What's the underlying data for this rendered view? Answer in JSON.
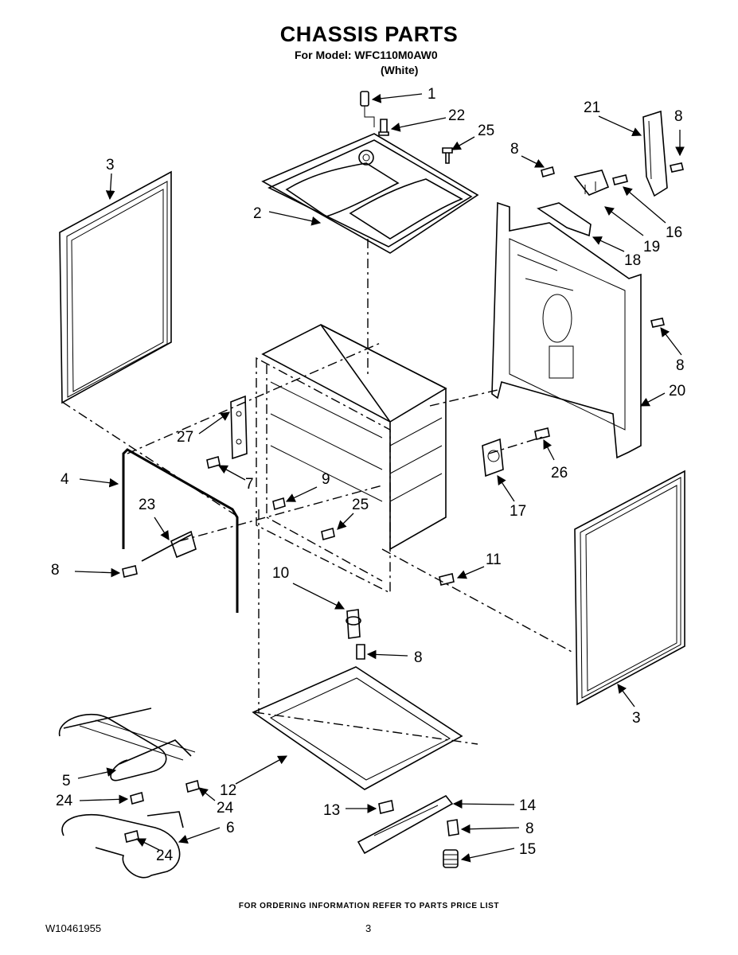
{
  "header": {
    "title": "CHASSIS PARTS",
    "model_line": "For Model: WFC110M0AW0",
    "color": "(White)"
  },
  "footer": {
    "note": "FOR ORDERING INFORMATION REFER TO PARTS PRICE LIST",
    "doc_number": "W10461955",
    "page_number": "3"
  },
  "callouts": {
    "c1": "1",
    "c22": "22",
    "c25a": "25",
    "c21": "21",
    "c8a": "8",
    "c8b": "8",
    "c3a": "3",
    "c2": "2",
    "c16": "16",
    "c19": "19",
    "c18": "18",
    "c8c": "8",
    "c20": "20",
    "c27": "27",
    "c26": "26",
    "c4": "4",
    "c7": "7",
    "c9": "9",
    "c23": "23",
    "c25b": "25",
    "c17": "17",
    "c8d": "8",
    "c11": "11",
    "c10": "10",
    "c8e": "8",
    "c3b": "3",
    "c5": "5",
    "c12": "12",
    "c24a": "24",
    "c24b": "24",
    "c13": "13",
    "c14": "14",
    "c8f": "8",
    "c6": "6",
    "c24c": "24",
    "c15": "15"
  }
}
